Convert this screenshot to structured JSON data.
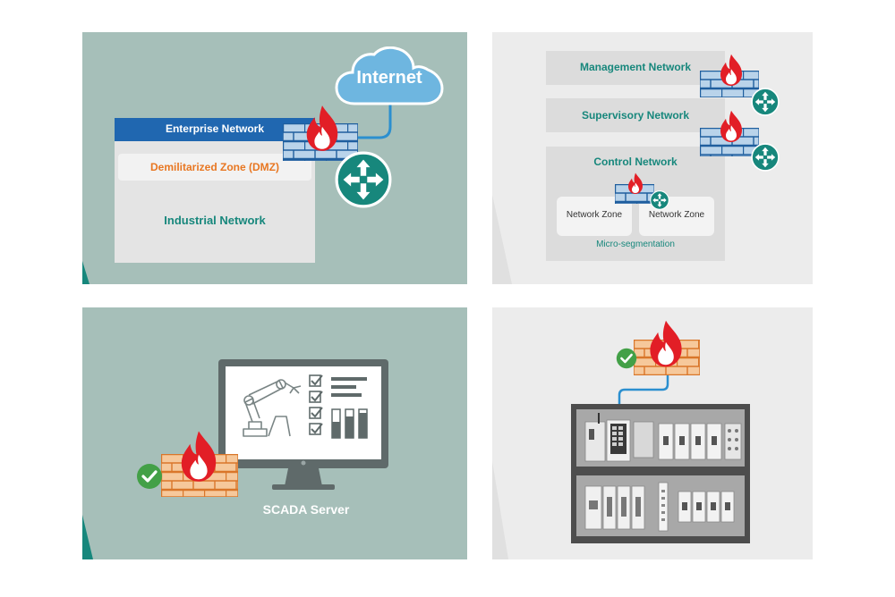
{
  "colors": {
    "teal_panel": "#a6bfb9",
    "gray_panel": "#ececec",
    "enterprise_blue": "#2067b0",
    "dmz_orange": "#e87722",
    "industrial_teal": "#17877c",
    "router_teal": "#17877c",
    "firewall_blue": "#b9d3ea",
    "firewall_orange": "#f6c89b",
    "flame_red": "#e21e26",
    "check_green": "#43a047",
    "cloud_blue": "#6eb6e0"
  },
  "panel1": {
    "internet_label": "Internet",
    "enterprise_label": "Enterprise Network",
    "dmz_label": "Demilitarized Zone (DMZ)",
    "industrial_label": "Industrial Network"
  },
  "panel2": {
    "management_label": "Management Network",
    "supervisory_label": "Supervisory Network",
    "control_label": "Control Network",
    "zone_a_label": "Network Zone",
    "zone_b_label": "Network Zone",
    "micro_label": "Micro-segmentation"
  },
  "panel3": {
    "scada_label": "SCADA Server"
  },
  "icons": [
    "firewall-icon",
    "flame-icon",
    "router-icon",
    "cloud-icon",
    "check-icon",
    "monitor-icon",
    "robot-arm-icon",
    "cabinet-icon"
  ]
}
